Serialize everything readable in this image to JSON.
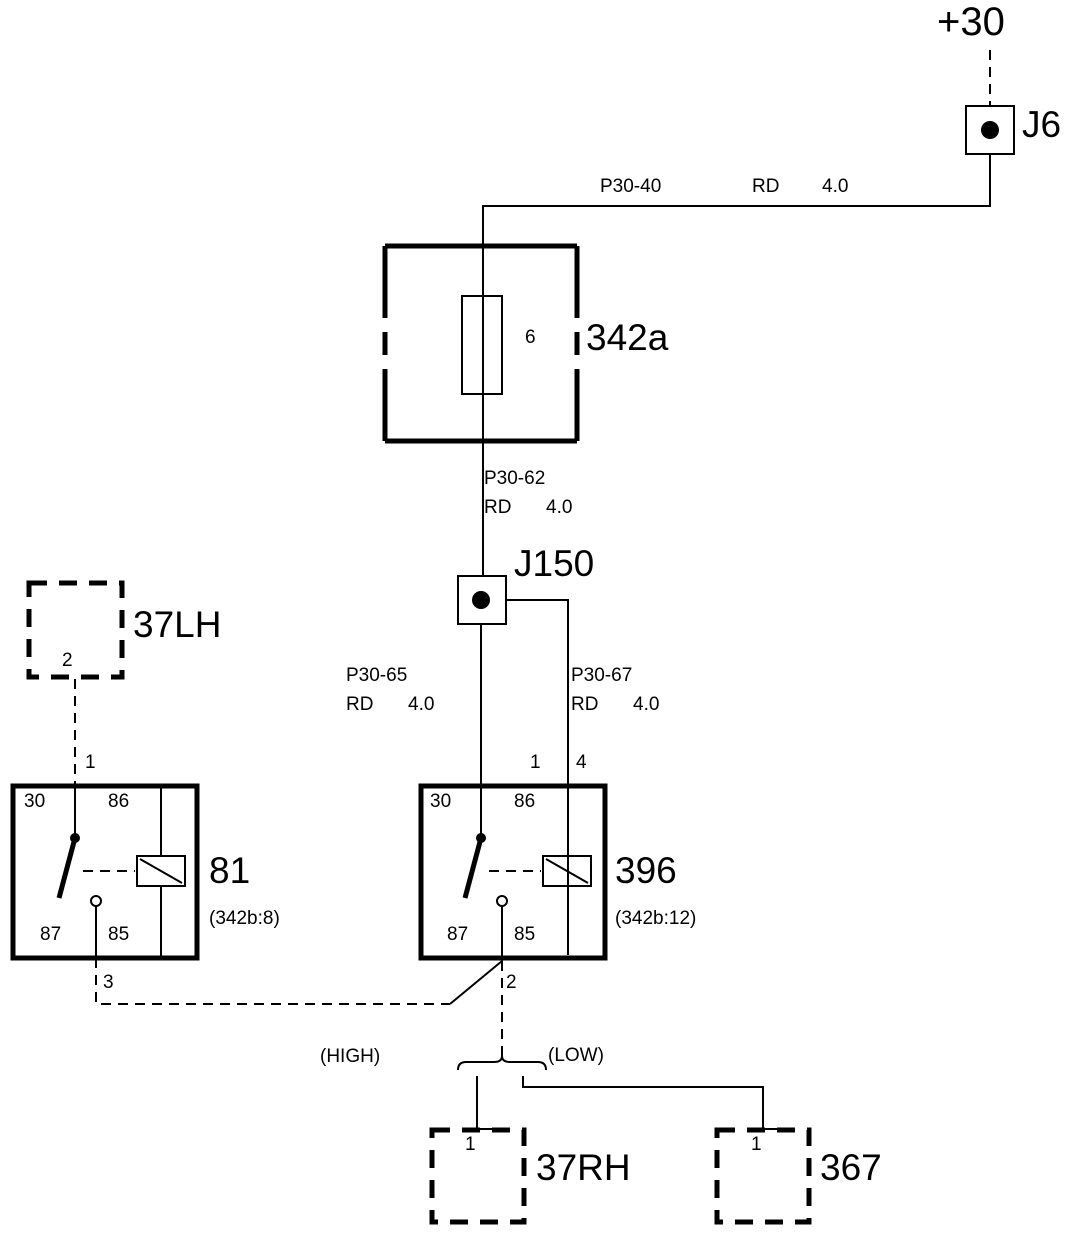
{
  "supply": {
    "label": "+30"
  },
  "junctions": {
    "j6": "J6",
    "j150": "J150"
  },
  "wires": {
    "p30_40": {
      "id": "P30-40",
      "color": "RD",
      "size": "4.0"
    },
    "p30_62": {
      "id": "P30-62",
      "color": "RD",
      "size": "4.0"
    },
    "p30_65": {
      "id": "P30-65",
      "color": "RD",
      "size": "4.0"
    },
    "p30_67": {
      "id": "P30-67",
      "color": "RD",
      "size": "4.0"
    }
  },
  "fuse_box": {
    "id": "342a",
    "fuse_number": "6"
  },
  "connectors": {
    "c37lh": {
      "id": "37LH",
      "pin": "2"
    },
    "c37rh": {
      "id": "37RH",
      "pin": "1"
    },
    "c367": {
      "id": "367",
      "pin": "1"
    }
  },
  "relay_81": {
    "id": "81",
    "ref": "(342b:8)",
    "term_30": "30",
    "term_86": "86",
    "term_87": "87",
    "term_85": "85",
    "pin_top": "1",
    "pin_bottom": "3"
  },
  "relay_396": {
    "id": "396",
    "ref": "(342b:12)",
    "term_30": "30",
    "term_86": "86",
    "term_87": "87",
    "term_85": "85",
    "pin_1": "1",
    "pin_4": "4",
    "pin_bottom": "2"
  },
  "branches": {
    "high": "(HIGH)",
    "low": "(LOW)"
  }
}
